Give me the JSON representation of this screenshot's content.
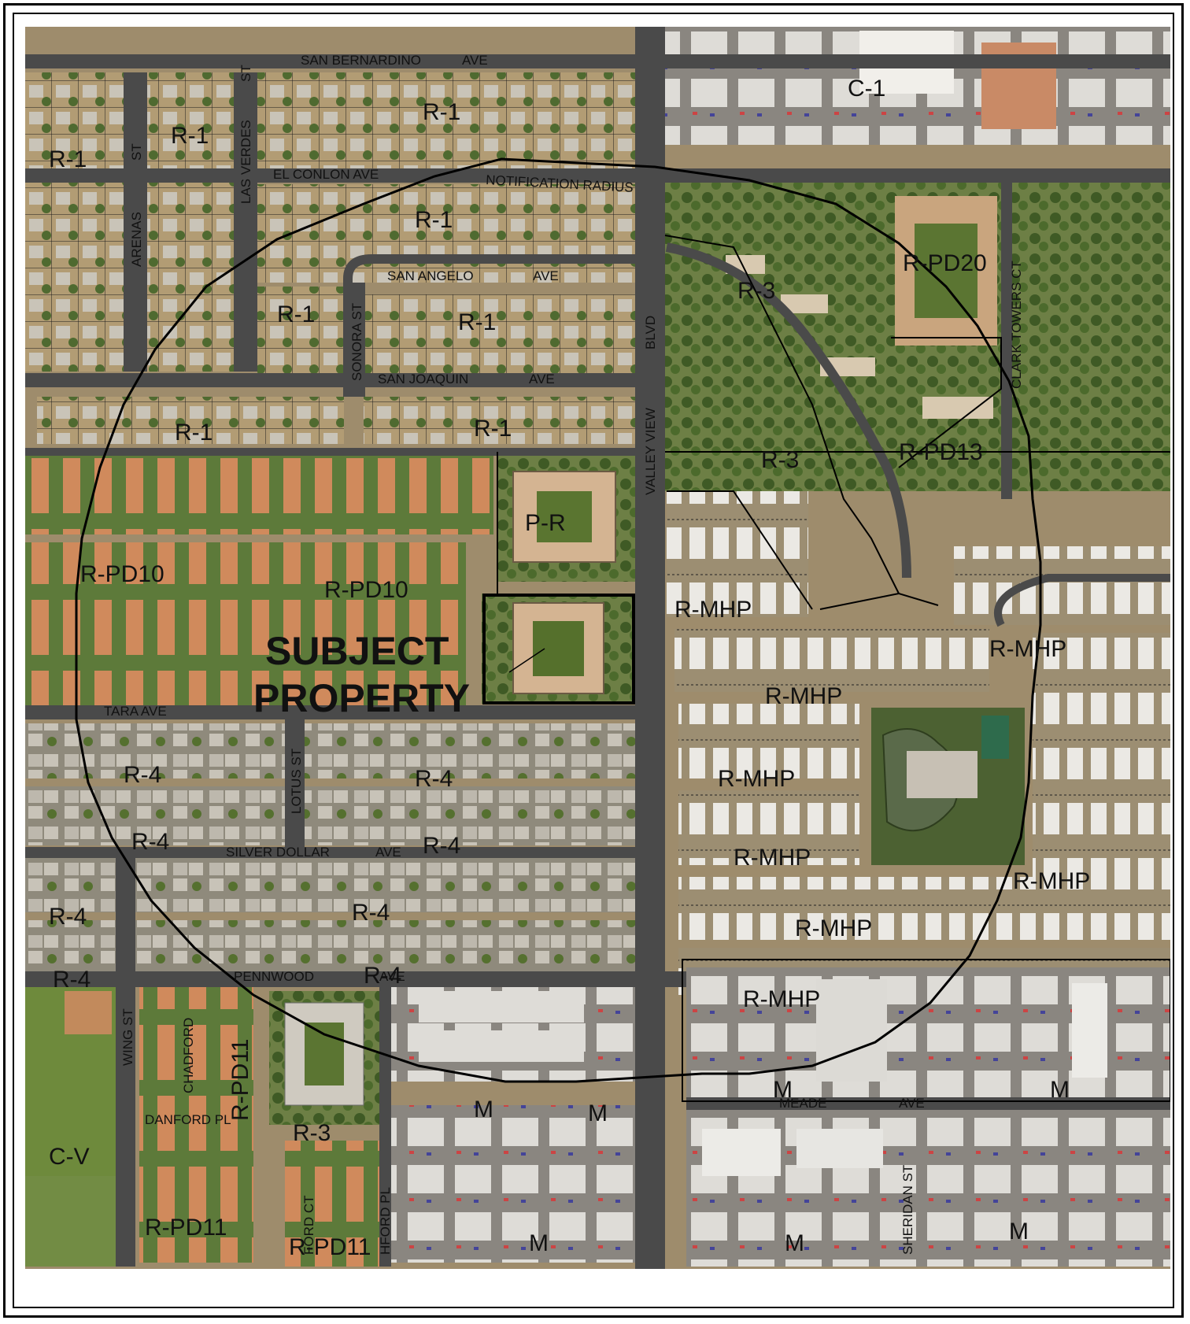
{
  "map": {
    "streets_horizontal": {
      "san_bernardino": "SAN BERNARDINO",
      "el_conlon": "EL CONLON AVE",
      "san_angelo": "SAN ANGELO",
      "san_joaquin": "SAN JOAQUIN",
      "tara": "TARA AVE",
      "silver_dollar": "SILVER DOLLAR",
      "pennwood": "PENNWOOD",
      "meade": "MEADE",
      "danford": "DANFORD PL",
      "ave": "AVE"
    },
    "streets_vertical": {
      "arenas": "ARENAS",
      "arenas_st": "ST",
      "las_verdes": "LAS VERDES",
      "las_verdes_st": "ST",
      "sonora": "SONORA ST",
      "valley_view": "VALLEY VIEW",
      "blvd": "BLVD",
      "lotus": "LOTUS ST",
      "wing": "WING ST",
      "chadford": "CHADFORD",
      "ford_ct": "FORD CT",
      "hford_pl": "HFORD PL",
      "sheridan": "SHERIDAN ST",
      "clark_towers": "CLARK TOWERS CT"
    },
    "notification_radius": "NOTIFICATION RADIUS",
    "subject_property": [
      "SUBJECT",
      "PROPERTY"
    ],
    "zones": {
      "r1": "R-1",
      "r3": "R-3",
      "r4": "R-4",
      "c1": "C-1",
      "cv": "C-V",
      "pr": "P-R",
      "m": "M",
      "rmhp": "R-MHP",
      "rpd10": "R-PD10",
      "rpd11": "R-PD11",
      "rpd13": "R-PD13",
      "rpd20": "R-PD20"
    },
    "colors": {
      "asphalt": "#4a4a4a",
      "lot": "#b8a27a",
      "vegetation": "#4d6b2f",
      "roof_orange": "#d08a5c",
      "roof_gray": "#c9c6c0",
      "commercial_roof": "#e4e2de",
      "boundary": "#000000"
    }
  }
}
